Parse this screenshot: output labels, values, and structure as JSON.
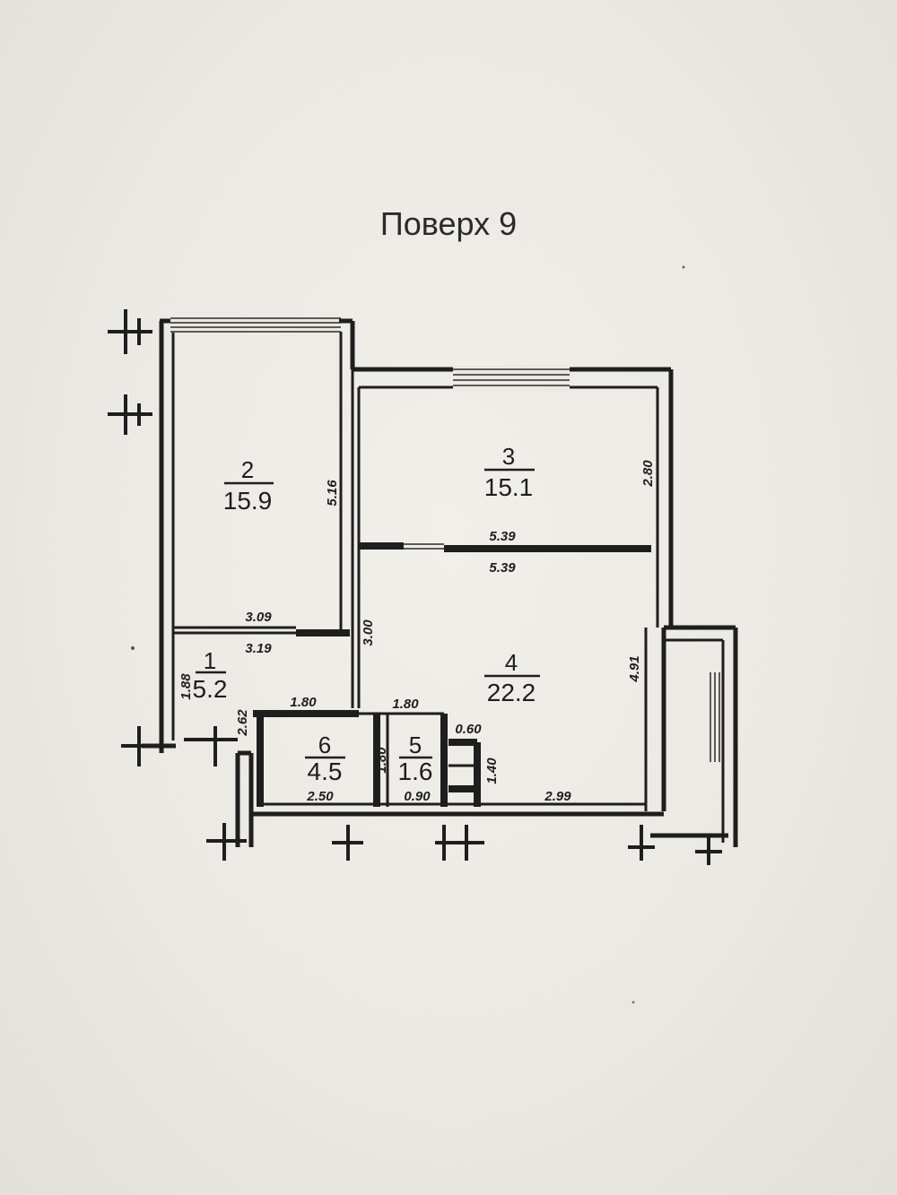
{
  "floor_title": "Поверх 9",
  "rooms": [
    {
      "number": "1",
      "area": "5.2"
    },
    {
      "number": "2",
      "area": "15.9"
    },
    {
      "number": "3",
      "area": "15.1"
    },
    {
      "number": "4",
      "area": "22.2"
    },
    {
      "number": "5",
      "area": "1.6"
    },
    {
      "number": "6",
      "area": "4.5"
    }
  ],
  "dimensions": {
    "room2_height": "5.16",
    "room2_bottom": "3.09",
    "room1_top": "3.19",
    "room1_side": "1.88",
    "corridor_height": "3.00",
    "room3_height": "2.80",
    "room3_bottom": "5.39",
    "room4_top": "5.39",
    "room4_side": "4.91",
    "room4_bottom": "2.99",
    "room6_top": "1.80",
    "room6_side": "1.80",
    "room6_bottom": "2.50",
    "room6_left": "2.62",
    "room5_top": "1.80",
    "room5_bottom": "0.90",
    "shaft_width": "0.60",
    "shaft_height": "1.40"
  }
}
